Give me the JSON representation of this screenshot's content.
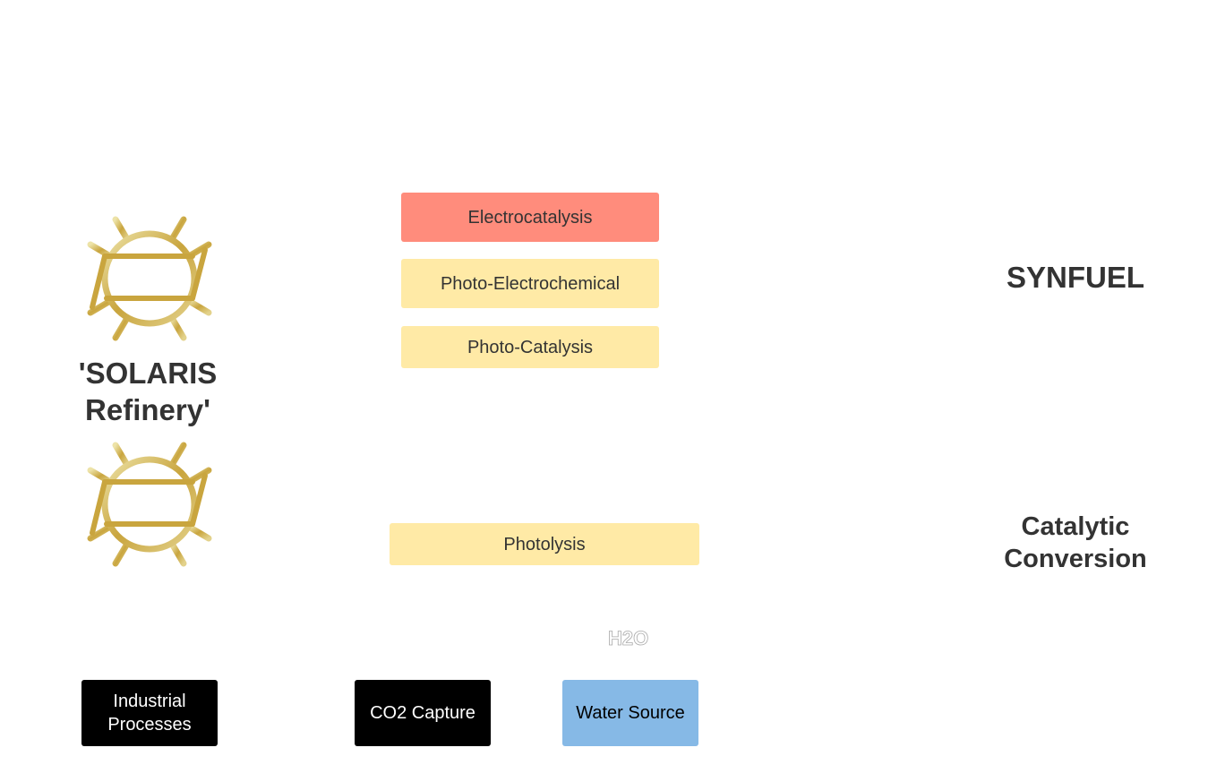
{
  "title": "'SOLARIS Refinery'",
  "icons": {
    "top_sun": "sun-icon",
    "bottom_sun": "sun-icon"
  },
  "processes": {
    "electrocatalysis": "Electrocatalysis",
    "photo_electrochemical": "Photo-Electrochemical",
    "photo_catalysis": "Photo-Catalysis",
    "photolysis": "Photolysis"
  },
  "outputs": {
    "synfuel": "SYNFUEL",
    "catalytic_conversion": "Catalytic Conversion"
  },
  "inputs": {
    "h2o": "H2O",
    "industrial_processes": "Industrial Processes",
    "co2_capture": "CO2 Capture",
    "water_source": "Water Source"
  },
  "colors": {
    "electrocatalysis": "#FF8C7C",
    "yellow_process": "#FFEAA6",
    "black_input": "#000000",
    "water_source": "#86B9E6",
    "sun_gold": "#C9A53E",
    "sun_light": "#E8D99A",
    "text_dark": "#333333"
  }
}
